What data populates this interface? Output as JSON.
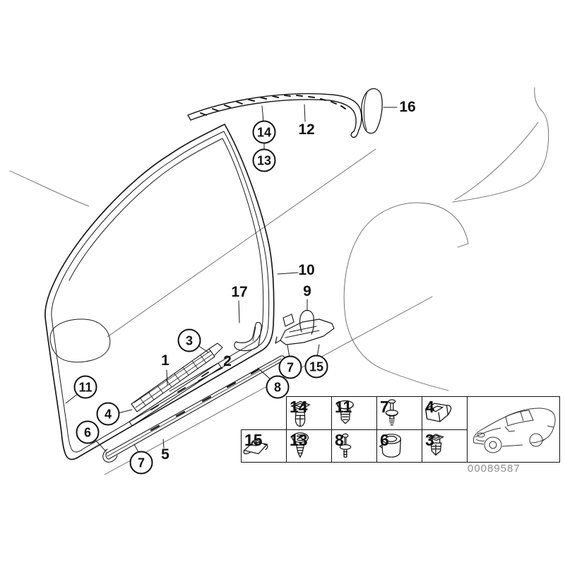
{
  "callouts": {
    "c14": {
      "label": "14"
    },
    "c13": {
      "label": "13"
    },
    "c3": {
      "label": "3"
    },
    "c7_right": {
      "label": "7"
    },
    "c15": {
      "label": "15"
    },
    "c8": {
      "label": "8"
    },
    "c11": {
      "label": "11"
    },
    "c4": {
      "label": "4"
    },
    "c6": {
      "label": "6"
    },
    "c7_bottom": {
      "label": "7"
    },
    "p12": {
      "label": "12"
    },
    "p16": {
      "label": "16"
    },
    "p10": {
      "label": "10"
    },
    "p17": {
      "label": "17"
    },
    "p9": {
      "label": "9"
    },
    "p1": {
      "label": "1"
    },
    "p2": {
      "label": "2"
    },
    "p5": {
      "label": "5"
    }
  },
  "legend": {
    "rows": [
      {
        "cells": [
          {
            "number": "14",
            "icon": "expanding-rivet-icon"
          },
          {
            "number": "11",
            "icon": "blind-plug-icon"
          },
          {
            "number": "7",
            "icon": "pin-rivet-icon"
          },
          {
            "number": "4",
            "icon": "retaining-clip-icon"
          }
        ]
      },
      {
        "cells": [
          {
            "number": "15",
            "icon": "clamp-icon"
          },
          {
            "number": "13",
            "icon": "tapping-screw-icon"
          },
          {
            "number": "8",
            "icon": "push-pin-icon"
          },
          {
            "number": "6",
            "icon": "grommet-icon"
          },
          {
            "number": "3",
            "icon": "expanding-clip-icon"
          }
        ]
      }
    ],
    "car_icon": "car-side-thumbnail-icon",
    "part_number": "00089587"
  },
  "colors": {
    "line": "#1a1a1a",
    "context_line": "#666666",
    "part_number_text": "#8d8d8d",
    "background": "#ffffff"
  }
}
